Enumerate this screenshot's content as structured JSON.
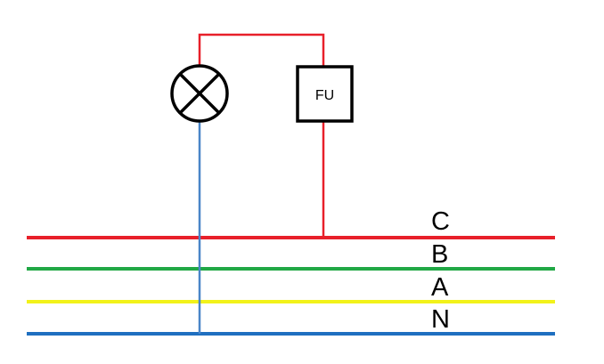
{
  "diagram": {
    "fuse": {
      "label": "FU"
    },
    "lines": [
      {
        "id": "C",
        "label": "C",
        "color": "#e8202a"
      },
      {
        "id": "B",
        "label": "B",
        "color": "#20a845"
      },
      {
        "id": "A",
        "label": "A",
        "color": "#f2f21a"
      },
      {
        "id": "N",
        "label": "N",
        "color": "#1f6fc0"
      }
    ],
    "wiring": {
      "phase_wire_color": "#e8202a",
      "neutral_wire_color": "#4a86c8",
      "component_stroke": "#000000"
    },
    "lamp": {
      "symbol": "lamp-cross-icon"
    }
  }
}
